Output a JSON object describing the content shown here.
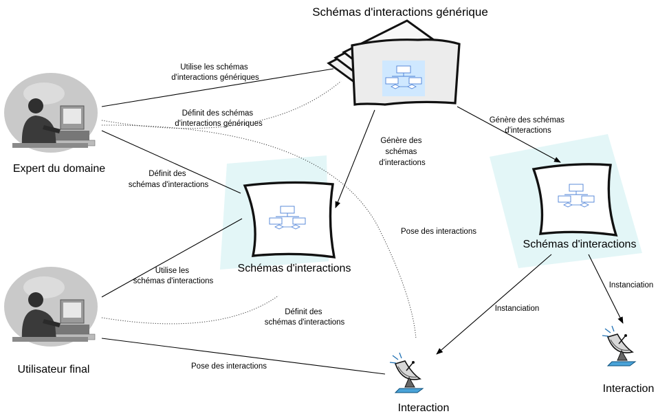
{
  "nodes": {
    "generic_schemas": "Schémas d'interactions générique",
    "expert": "Expert du domaine",
    "end_user": "Utilisateur final",
    "schemas_center": "Schémas d'interactions",
    "schemas_right": "Schémas d'interactions",
    "interaction_bottom": "Interaction",
    "interaction_right": "Interaction"
  },
  "edges": {
    "expert_uses_generic": [
      "Utilise les schémas",
      "d'interactions génériques"
    ],
    "expert_defines_generic": [
      "Définit des schémas",
      "d'interactions génériques"
    ],
    "expert_defines_schemas": [
      "Définit des",
      "schémas d'interactions"
    ],
    "generic_generates_center": [
      "Génère des",
      "schémas",
      "d'interactions"
    ],
    "generic_generates_right": [
      "Génère des schémas",
      "d'interactions"
    ],
    "expert_poses_interactions": [
      "Pose des interactions"
    ],
    "user_uses_schemas": [
      "Utilise les",
      "schémas d'interactions"
    ],
    "user_defines_schemas": [
      "Définit des",
      "schémas d'interactions"
    ],
    "user_poses_interactions": [
      "Pose des interactions"
    ],
    "right_instantiation_left": [
      "Instanciation"
    ],
    "right_instantiation_right": [
      "Instanciation"
    ]
  },
  "colors": {
    "highlight": "#e3f6f7",
    "icon_blue": "#cfe8ff",
    "icon_line": "#4a7fd6",
    "ink": "#000000"
  }
}
